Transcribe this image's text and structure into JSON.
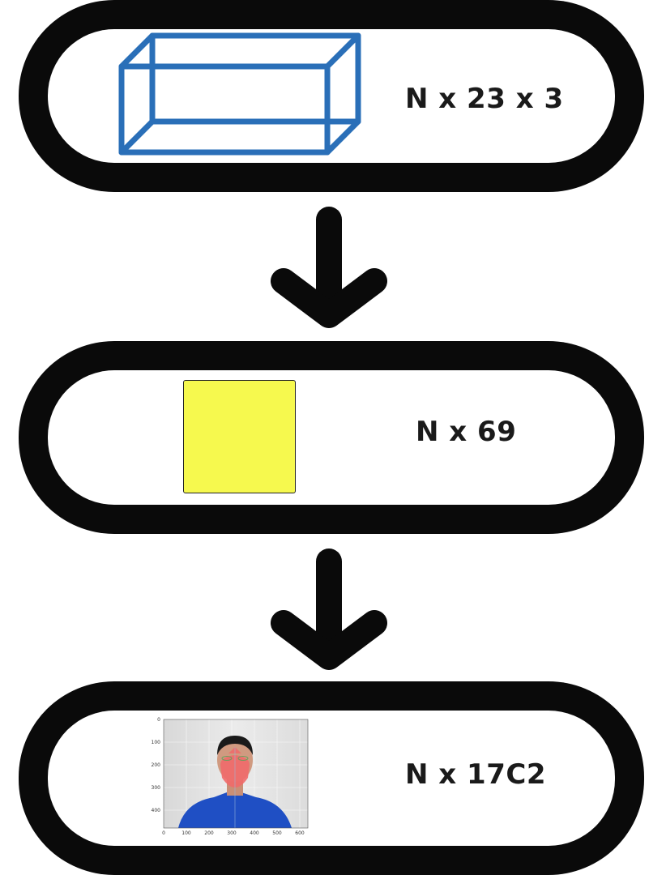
{
  "stages": [
    {
      "dimension": "N x 23 x 3",
      "visual": "wireframe-cuboid",
      "color": "#2a6fb8"
    },
    {
      "dimension": "N x 69",
      "visual": "yellow-square",
      "color": "#f6f94e"
    },
    {
      "dimension": "N x 17C2",
      "visual": "webcam-plot-with-face-keypoints"
    }
  ],
  "plot": {
    "x_ticks": [
      "0",
      "100",
      "200",
      "300",
      "400",
      "500",
      "600"
    ],
    "y_ticks": [
      "0",
      "100",
      "200",
      "300",
      "400"
    ]
  },
  "colors": {
    "frame": "#0a0a0a",
    "arrow": "#0a0a0a",
    "cuboid_stroke": "#2a6fb8",
    "square_fill": "#f6f94e",
    "face_overlay": "#f06a6a",
    "shirt": "#1f4fc4"
  }
}
